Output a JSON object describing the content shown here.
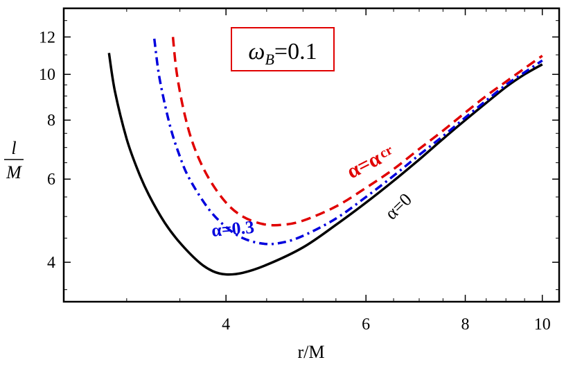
{
  "chart_data": {
    "type": "line",
    "xlabel": "r/M",
    "ylabel": {
      "num": "l",
      "den": "M"
    },
    "x_scale": "log",
    "y_scale": "log",
    "xlim": [
      2.5,
      10.5
    ],
    "ylim": [
      3.3,
      13.8
    ],
    "x_ticks": [
      4,
      6,
      8,
      10
    ],
    "y_ticks": [
      4,
      6,
      8,
      10,
      12
    ],
    "annotation": {
      "main": "ω",
      "sub": "B",
      "rest": "=0.1",
      "color": "#e00000"
    },
    "series": [
      {
        "name": "α=0",
        "label": "α=0",
        "color": "#000000",
        "style": "solid",
        "points": [
          [
            2.85,
            11.1
          ],
          [
            2.9,
            9.2
          ],
          [
            3.0,
            7.3
          ],
          [
            3.1,
            6.25
          ],
          [
            3.2,
            5.55
          ],
          [
            3.35,
            4.85
          ],
          [
            3.5,
            4.4
          ],
          [
            3.7,
            4.0
          ],
          [
            3.85,
            3.83
          ],
          [
            4.0,
            3.77
          ],
          [
            4.2,
            3.8
          ],
          [
            4.5,
            3.95
          ],
          [
            5.0,
            4.3
          ],
          [
            5.5,
            4.8
          ],
          [
            6.0,
            5.35
          ],
          [
            6.5,
            5.95
          ],
          [
            7.0,
            6.6
          ],
          [
            7.5,
            7.3
          ],
          [
            8.0,
            8.0
          ],
          [
            8.5,
            8.7
          ],
          [
            9.0,
            9.4
          ],
          [
            9.5,
            10.0
          ],
          [
            10.0,
            10.5
          ]
        ]
      },
      {
        "name": "α=0.3",
        "label": "α=0.3",
        "color": "#0000dd",
        "style": "dashdot",
        "points": [
          [
            3.25,
            11.9
          ],
          [
            3.3,
            9.8
          ],
          [
            3.4,
            7.8
          ],
          [
            3.5,
            6.7
          ],
          [
            3.6,
            6.0
          ],
          [
            3.8,
            5.2
          ],
          [
            4.0,
            4.75
          ],
          [
            4.2,
            4.5
          ],
          [
            4.45,
            4.38
          ],
          [
            4.7,
            4.4
          ],
          [
            5.0,
            4.55
          ],
          [
            5.5,
            4.95
          ],
          [
            6.0,
            5.5
          ],
          [
            6.5,
            6.1
          ],
          [
            7.0,
            6.75
          ],
          [
            7.5,
            7.4
          ],
          [
            8.0,
            8.1
          ],
          [
            8.5,
            8.8
          ],
          [
            9.0,
            9.5
          ],
          [
            9.5,
            10.1
          ],
          [
            10.0,
            10.7
          ]
        ]
      },
      {
        "name": "α=α_cr",
        "label_main": "α=α",
        "label_sub": "cr",
        "color": "#e00000",
        "style": "dashed",
        "points": [
          [
            3.43,
            12.0
          ],
          [
            3.47,
            10.0
          ],
          [
            3.55,
            8.2
          ],
          [
            3.65,
            7.0
          ],
          [
            3.8,
            6.05
          ],
          [
            4.0,
            5.35
          ],
          [
            4.2,
            5.0
          ],
          [
            4.45,
            4.82
          ],
          [
            4.7,
            4.8
          ],
          [
            5.0,
            4.9
          ],
          [
            5.5,
            5.25
          ],
          [
            6.0,
            5.75
          ],
          [
            6.5,
            6.3
          ],
          [
            7.0,
            6.95
          ],
          [
            7.5,
            7.6
          ],
          [
            8.0,
            8.3
          ],
          [
            8.5,
            9.0
          ],
          [
            9.0,
            9.65
          ],
          [
            9.5,
            10.3
          ],
          [
            10.0,
            10.95
          ]
        ]
      }
    ]
  }
}
